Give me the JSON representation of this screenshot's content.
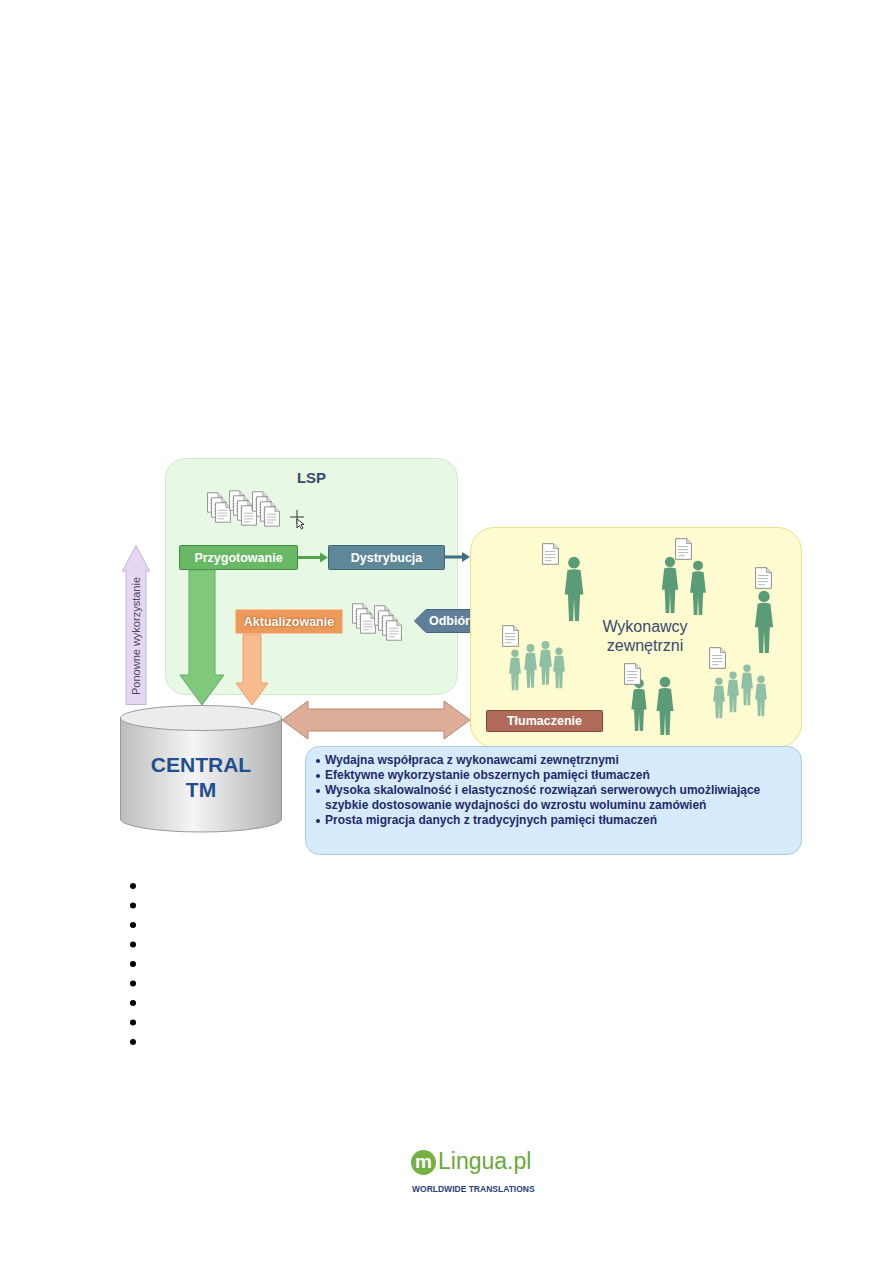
{
  "diagram": {
    "nodes": [
      {
        "text": [
          "LSP"
        ]
      },
      {
        "text": [
          "Przygotowanie"
        ],
        "in": 0
      },
      {
        "text": [
          "Dystrybucja"
        ],
        "in": 0
      },
      {
        "text": [
          "Aktualizowanie"
        ],
        "in": 0
      },
      {
        "text": [
          "Odbiór"
        ]
      },
      {
        "text": [
          "Wykonawcy zewnętrzni"
        ]
      },
      {
        "text": [
          "Tłumaczenie"
        ],
        "in": 5
      },
      {
        "text": [
          "CENTRAL TM"
        ]
      },
      {
        "text": [
          "Wydajna współpraca z wykonawcami zewnętrznymi",
          "Efektywne wykorzystanie obszernych pamięci tłumaczeń",
          "Wysoka skalowalność i elastyczność rozwiązań serwerowych umożliwiające szybkie dostosowanie wydajności do wzrostu woluminu zamówień",
          "Prosta migracja danych z tradycyjnych pamięci tłumaczeń"
        ]
      },
      {
        "text": [
          "Ponowne wykorzystanie"
        ]
      }
    ],
    "edges": [
      {
        "from": 1,
        "to": 2,
        "arrow": "to"
      },
      {
        "from": 2,
        "to": 5,
        "arrow": "to"
      },
      {
        "from": 1,
        "to": 7,
        "arrow": "to"
      },
      {
        "from": 3,
        "to": 7,
        "arrow": "to"
      },
      {
        "from": 7,
        "to": 5,
        "arrow": "both"
      }
    ],
    "labels": [
      "m",
      "Lingua.pl",
      "WORLDWIDE TRANSLATIONS"
    ]
  }
}
